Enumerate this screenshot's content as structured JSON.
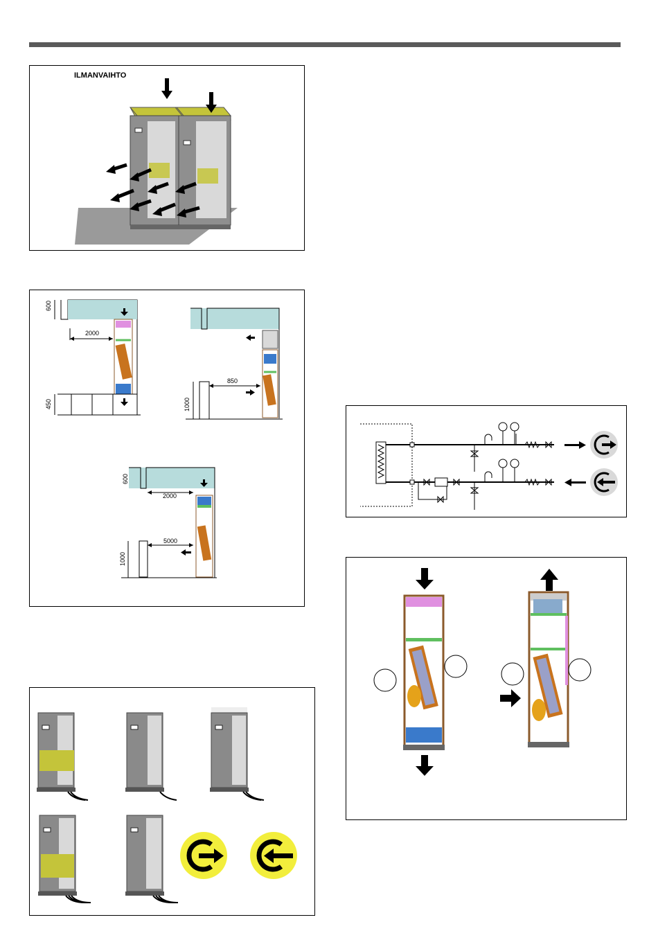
{
  "figure1": {
    "title": "ILMANVAIHTO"
  },
  "figure2": {
    "dims_a": {
      "top_height": "600",
      "distance": "2000",
      "floor_height": "450"
    },
    "dims_b": {
      "distance": "850",
      "bottom_height": "1000"
    },
    "dims_c": {
      "top_height": "600",
      "distance_top": "2000",
      "distance_bottom": "5000",
      "bottom_height": "1000"
    }
  },
  "colors": {
    "cabinet": "#8a8a8a",
    "grille": "#d9d9d9",
    "filter_yellow": "#c4c43a",
    "ceiling_blue": "#b7dcdc",
    "pink": "#e090e0",
    "green": "#5fbf5f",
    "coil": "#c8731e",
    "fan_blue": "#3a7acb",
    "floor_grey": "#9a9a9a",
    "sign_yellow": "#f2ee3c"
  },
  "icons": [
    "down-arrow-icon",
    "left-arrow-icon",
    "up-arrow-icon",
    "right-arrow-icon",
    "outlet-connection-icon",
    "inlet-connection-icon"
  ]
}
